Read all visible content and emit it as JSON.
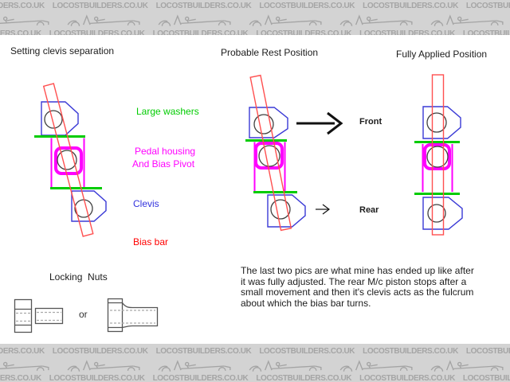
{
  "watermark": {
    "text": "LOCOSTBUILDERS.CO.UK",
    "bg_color": "#d3d3d3",
    "text_color": "#a5a5a5"
  },
  "panels": {
    "setting": {
      "title": "Setting clevis separation"
    },
    "rest": {
      "title": "Probable Rest Position",
      "front_label": "Front",
      "rear_label": "Rear"
    },
    "applied": {
      "title": "Fully Applied Position"
    }
  },
  "legend": {
    "washers_label": "Large washers",
    "pivot_label_line1": "Pedal housing",
    "pivot_label_line2": "And Bias Pivot",
    "clevis_label": "Clevis",
    "bias_bar_label": "Bias bar"
  },
  "locking_nuts": {
    "title": "Locking  Nuts",
    "or_label": "or"
  },
  "note": {
    "lines": [
      "The last two pics are what mine has ended up like after",
      "it was fully adjusted. The rear M/c piston stops after a",
      "small movement and then it's clevis acts as the fulcrum",
      "about which the bias bar turns."
    ]
  },
  "colors": {
    "bias_bar_stroke": "#ff5050",
    "bias_bar_text": "#ff0000",
    "clevis_stroke": "#3a3ad6",
    "clevis_text": "#3333dd",
    "washer_line": "#00cc00",
    "washer_text": "#00cc00",
    "pivot": "#ff00ff",
    "hole_outline": "#3f3f3f",
    "arrow": "#111111",
    "nut_outline": "#555555",
    "nut_thread": "#aaaaaa",
    "background": "#ffffff"
  }
}
